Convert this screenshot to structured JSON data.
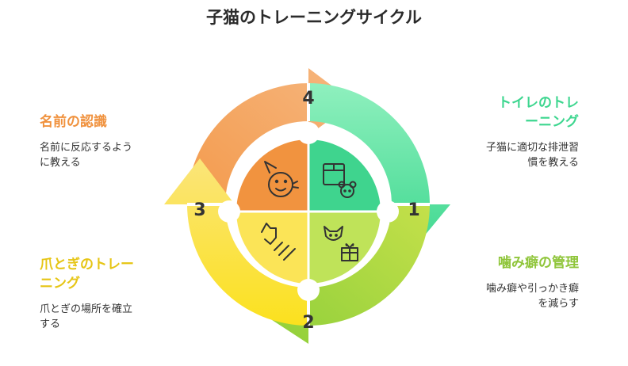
{
  "title": "子猫のトレーニングサイクル",
  "colors": {
    "step1": "#3dd68f",
    "step2": "#9ccf3b",
    "step3": "#f2d41f",
    "step4": "#f0923e"
  },
  "steps": [
    {
      "number": "1",
      "title_lines": [
        "トイレのトレ",
        "ーニング"
      ],
      "desc_lines": [
        "子猫に適切な排泄習",
        "慣を教える"
      ],
      "icons": [
        "litter-box-icon",
        "mouse-toy-icon"
      ]
    },
    {
      "number": "2",
      "title_lines": [
        "噛み癖の管理"
      ],
      "desc_lines": [
        "噛み癖や引っかき癖",
        "を減らす"
      ],
      "icons": [
        "cat-icon",
        "gift-icon"
      ]
    },
    {
      "number": "3",
      "title_lines": [
        "爪とぎのトレー",
        "ニング"
      ],
      "desc_lines": [
        "爪とぎの場所を確立",
        "する"
      ],
      "icons": [
        "cat-scratching-icon"
      ]
    },
    {
      "number": "4",
      "title_lines": [
        "名前の認識"
      ],
      "desc_lines": [
        "名前に反応するよう",
        "に教える"
      ],
      "icons": [
        "party-face-icon"
      ]
    }
  ]
}
